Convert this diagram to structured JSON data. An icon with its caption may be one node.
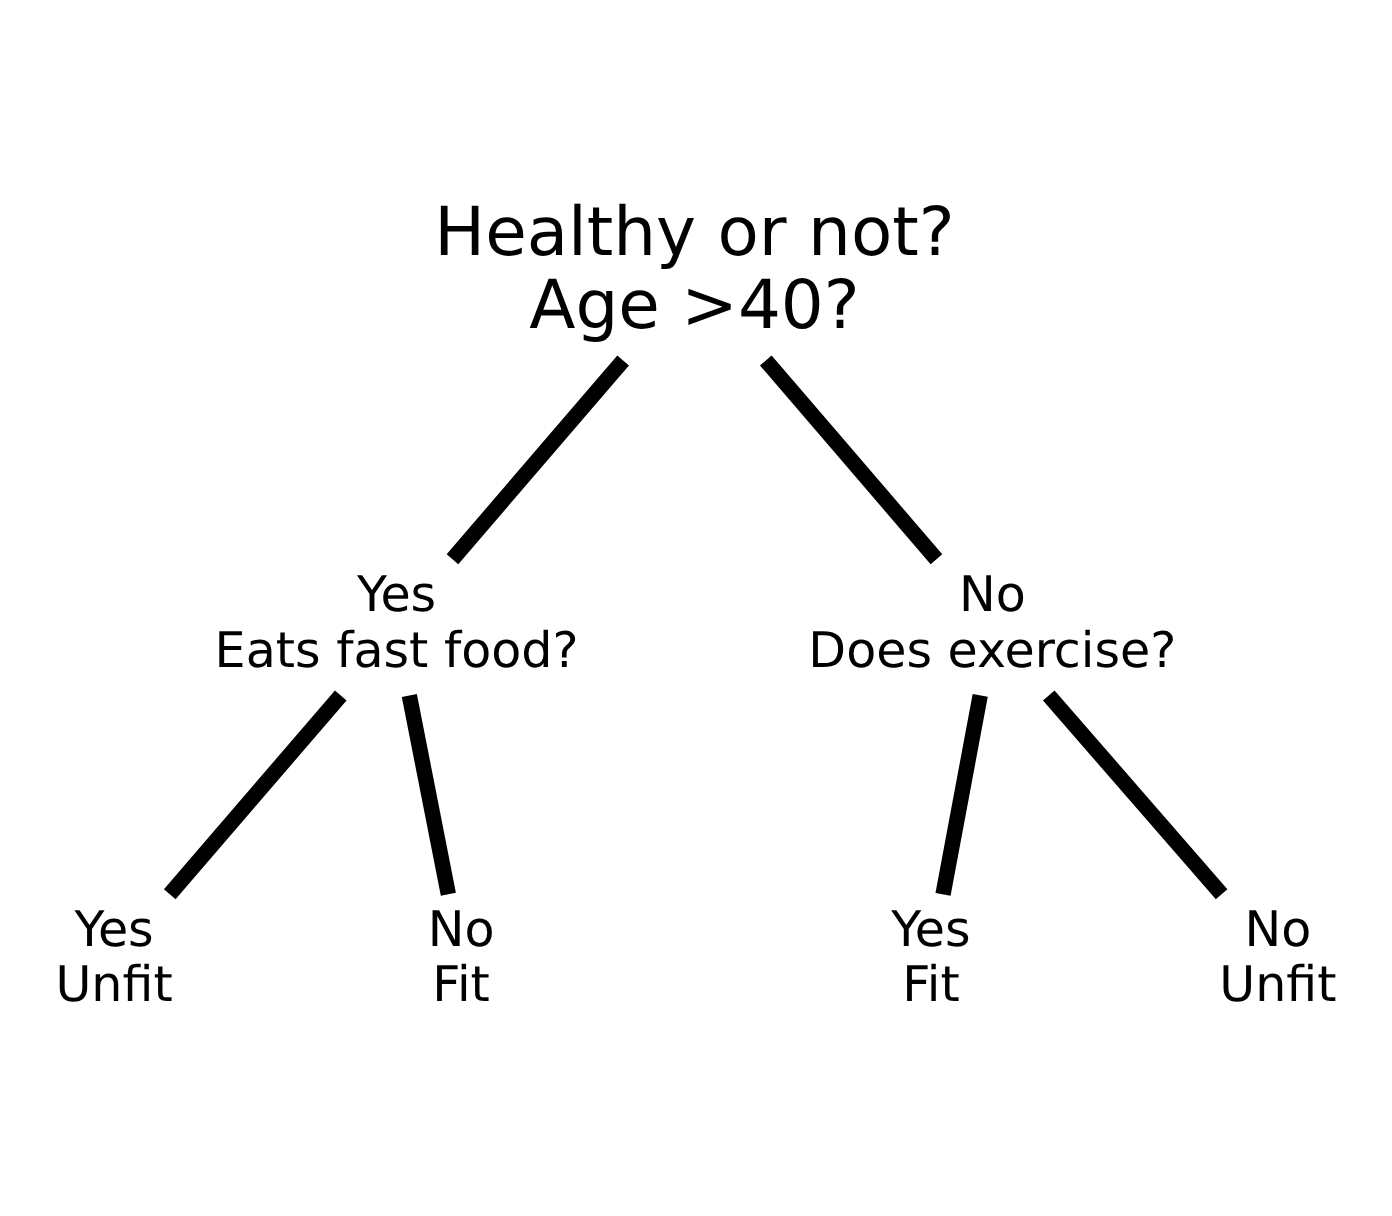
{
  "diagram": {
    "nodes": [
      {
        "text": [
          "Healthy or not?",
          "Age >40?"
        ]
      },
      {
        "text": [
          "Yes",
          "Eats fast food?"
        ]
      },
      {
        "text": [
          "No",
          "Does exercise?"
        ]
      },
      {
        "text": [
          "Yes",
          "Unfit"
        ]
      },
      {
        "text": [
          "No",
          "Fit"
        ]
      },
      {
        "text": [
          "Yes",
          "Fit"
        ]
      },
      {
        "text": [
          "No",
          "Unfit"
        ]
      }
    ],
    "edges": [
      {
        "from": 0,
        "to": 1,
        "arrow": "none"
      },
      {
        "from": 0,
        "to": 2,
        "arrow": "none"
      },
      {
        "from": 1,
        "to": 3,
        "arrow": "none"
      },
      {
        "from": 1,
        "to": 4,
        "arrow": "none"
      },
      {
        "from": 2,
        "to": 5,
        "arrow": "none"
      },
      {
        "from": 2,
        "to": 6,
        "arrow": "none"
      }
    ]
  }
}
